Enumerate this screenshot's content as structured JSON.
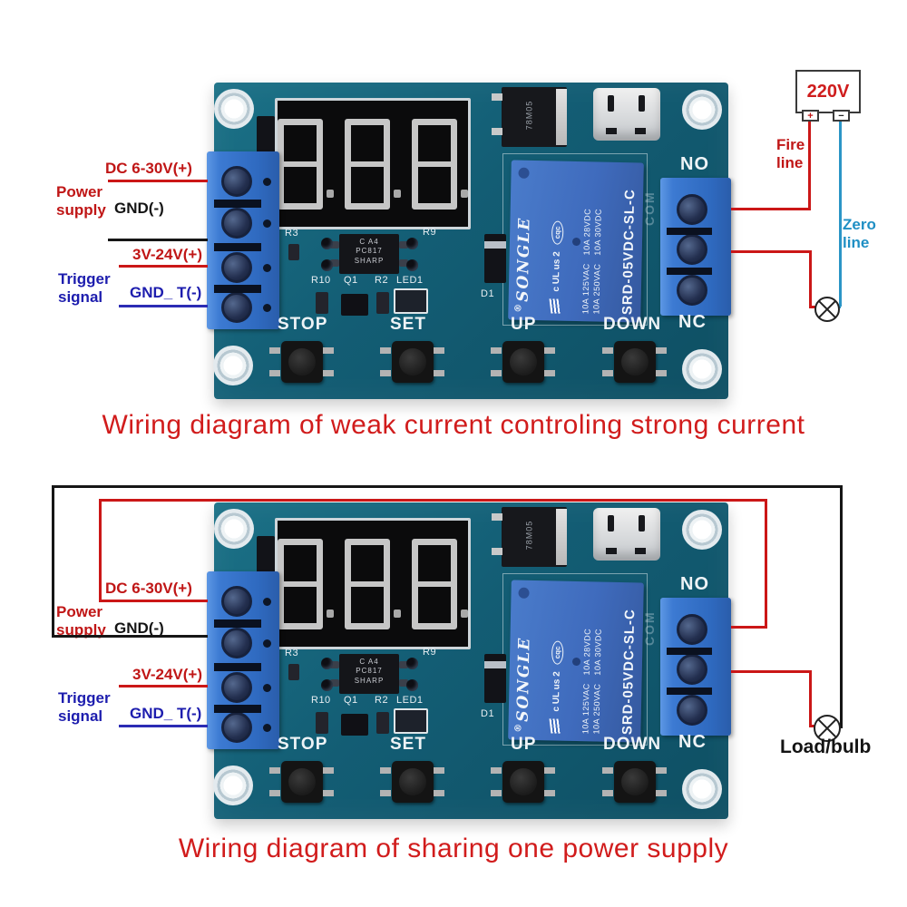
{
  "captions": {
    "top": "Wiring diagram of weak current controling strong current",
    "bottom": "Wiring diagram of sharing one power supply"
  },
  "wiring": {
    "dc": "DC 6-30V(+)",
    "power_supply": "Power supply",
    "gnd": "GND(-)",
    "trigger_v": "3V-24V(+)",
    "trigger_signal": "Trigger signal",
    "gnd_t": "GND_ T(-)"
  },
  "mains": {
    "label": "220V",
    "plus": "+",
    "minus": "−",
    "fire": "Fire line",
    "zero": "Zero line"
  },
  "load": {
    "label": "Load/bulb"
  },
  "board": {
    "display": {
      "value": "888"
    },
    "silk": {
      "stop": "STOP",
      "set": "SET",
      "up": "UP",
      "down": "DOWN",
      "no": "NO",
      "nc": "NC",
      "com": "COM",
      "r3": "R3",
      "r9": "R9",
      "r10": "R10",
      "q1": "Q1",
      "r2": "R2",
      "led1": "LED1",
      "d1": "D1"
    },
    "chips": {
      "opto_line1": "C A4",
      "opto_line2": "PC817",
      "opto_line3": "SHARP",
      "regulator": "78M05"
    },
    "relay": {
      "reg_mark": "®",
      "brand": "SONGLE",
      "marks": "c UL us 2",
      "cqc": "cqc",
      "rating1": "10A 125VAC   10A 28VDC",
      "rating2": "10A 250VAC   10A 30VDC",
      "model": "SRD-05VDC-SL-C"
    }
  },
  "colors": {
    "pcb": "#135d74",
    "wire_red": "#cb1717",
    "wire_black": "#161616",
    "wire_trigger_blue": "#2b2bb4",
    "wire_zero_blue": "#2b95c6",
    "caption_red": "#d11c1c",
    "terminal_blue": "#3c7ad2",
    "relay_blue": "#3f6bbd"
  }
}
